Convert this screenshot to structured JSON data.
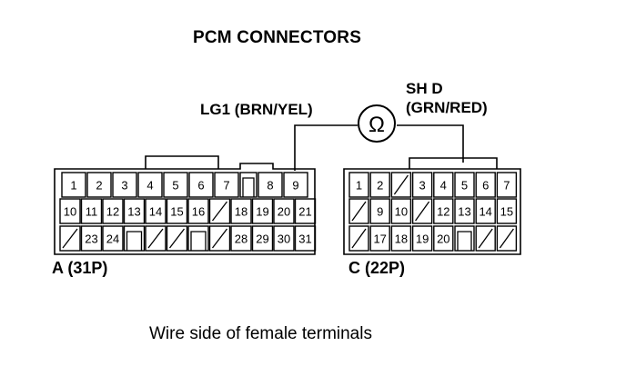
{
  "title": "PCM CONNECTORS",
  "probe_left_label": "LG1 (BRN/YEL)",
  "probe_right_label_line1": "SH D",
  "probe_right_label_line2": "(GRN/RED)",
  "meter_symbol": "Ω",
  "connector_a": {
    "label": "A (31P)",
    "rows": [
      [
        "1",
        "2",
        "3",
        "4",
        "5",
        "6",
        "7",
        "",
        "8",
        "9"
      ],
      [
        "10",
        "11",
        "12",
        "13",
        "14",
        "15",
        "16",
        "/",
        "18",
        "19",
        "20",
        "21"
      ],
      [
        "/",
        "23",
        "24",
        "",
        "/",
        "/",
        "",
        "/",
        "28",
        "29",
        "30",
        "31"
      ]
    ]
  },
  "connector_c": {
    "label": "C (22P)",
    "rows": [
      [
        "1",
        "2",
        "/",
        "3",
        "4",
        "5",
        "6",
        "7"
      ],
      [
        "/",
        "9",
        "10",
        "/",
        "12",
        "13",
        "14",
        "15"
      ],
      [
        "/",
        "17",
        "18",
        "19",
        "20",
        "",
        "/",
        "/"
      ]
    ]
  },
  "caption": "Wire side of female terminals"
}
